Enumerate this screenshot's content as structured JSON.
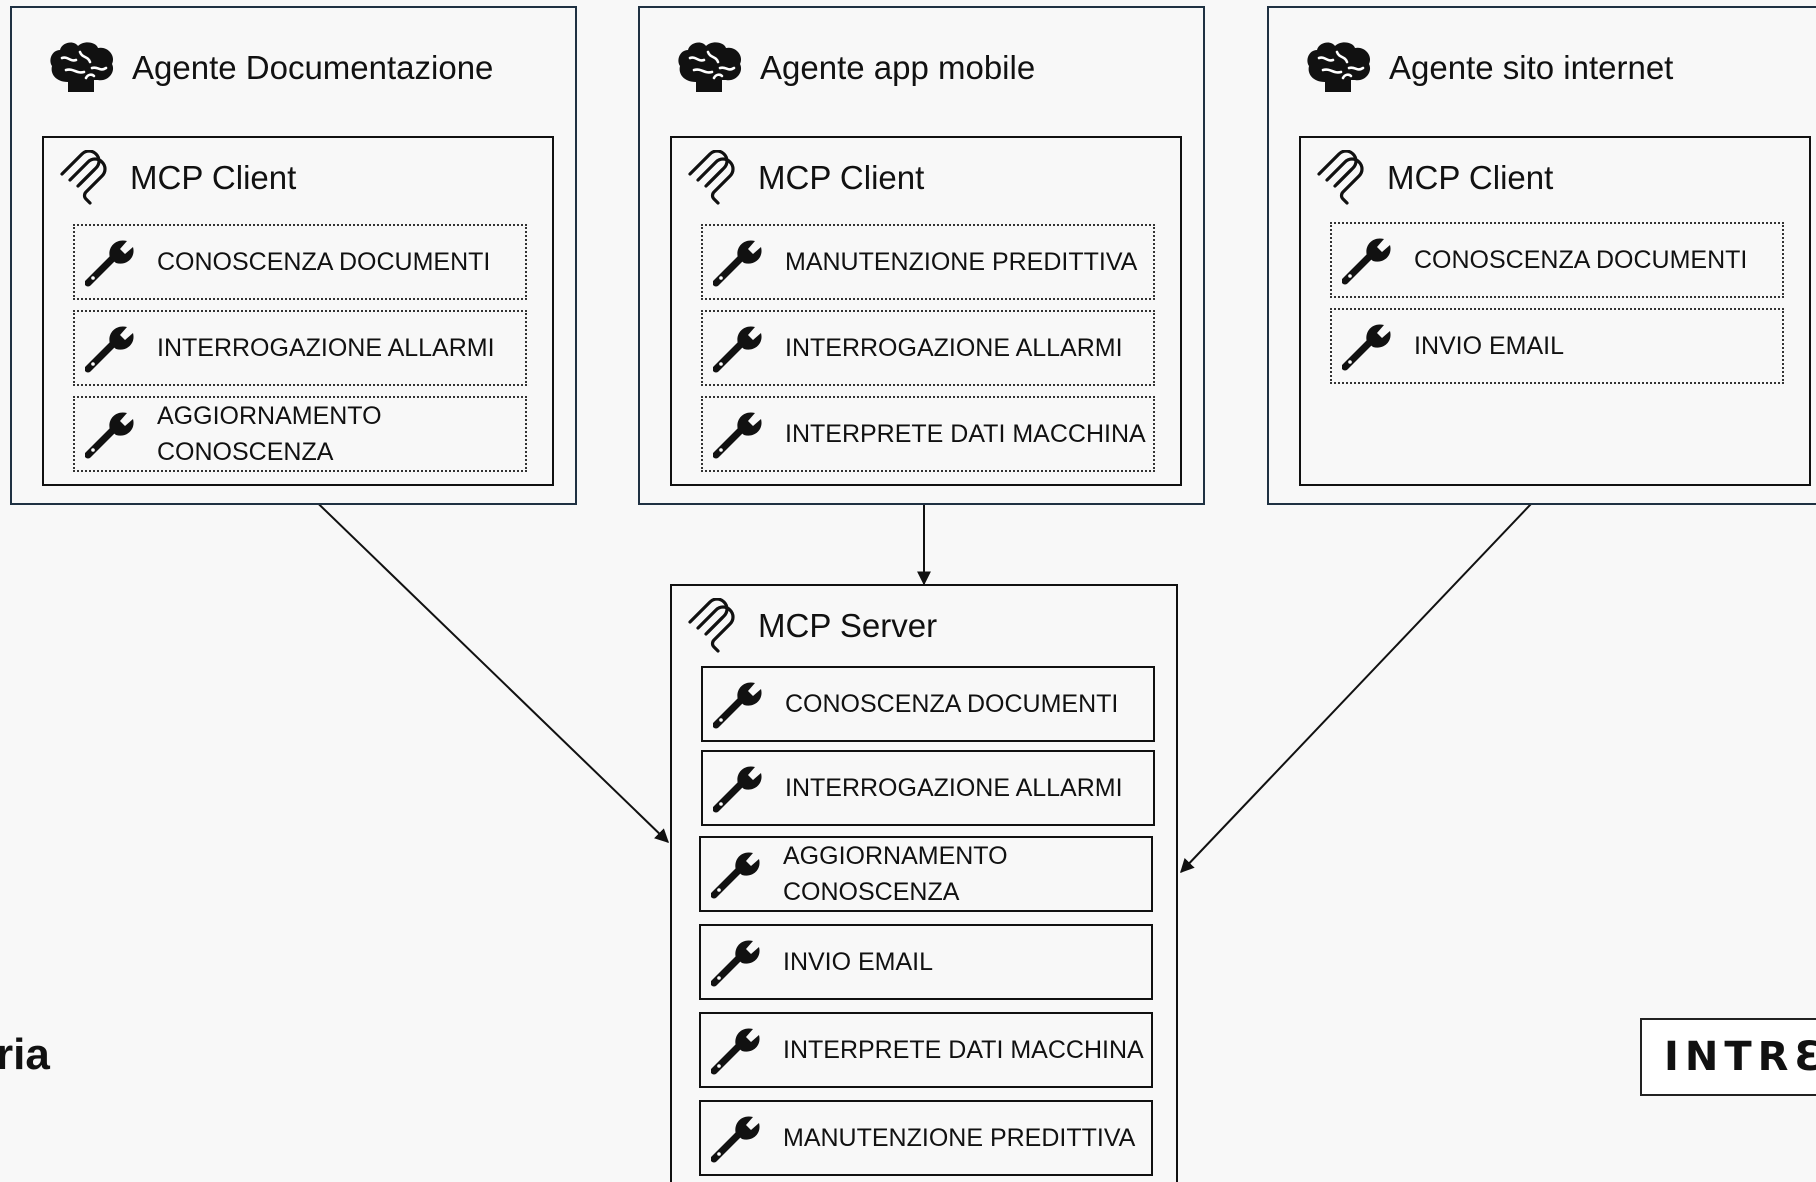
{
  "agents": [
    {
      "title": "Agente Documentazione",
      "client_label": "MCP Client",
      "tools": [
        "CONOSCENZA DOCUMENTI",
        "INTERROGAZIONE ALLARMI",
        "AGGIORNAMENTO CONOSCENZA"
      ]
    },
    {
      "title": "Agente app mobile",
      "client_label": "MCP Client",
      "tools": [
        "MANUTENZIONE PREDITTIVA",
        "INTERROGAZIONE ALLARMI",
        "INTERPRETE DATI MACCHINA"
      ]
    },
    {
      "title": "Agente sito internet",
      "client_label": "MCP Client",
      "tools": [
        "CONOSCENZA DOCUMENTI",
        "INVIO EMAIL"
      ]
    }
  ],
  "server": {
    "label": "MCP Server",
    "tools": [
      "CONOSCENZA DOCUMENTI",
      "INTERROGAZIONE ALLARMI",
      "AGGIORNAMENTO CONOSCENZA",
      "INVIO EMAIL",
      "INTERPRETE DATI MACCHINA",
      "MANUTENZIONE PREDITTIVA"
    ]
  },
  "left_edge_text": "ria",
  "logo_text": "INTRƐ",
  "icons": {
    "agent": "brain-icon",
    "mcp": "mcp-logo-icon",
    "tool": "wrench-icon"
  },
  "colors": {
    "agent_border": "#1f3142",
    "background": "#f8f8f8"
  }
}
